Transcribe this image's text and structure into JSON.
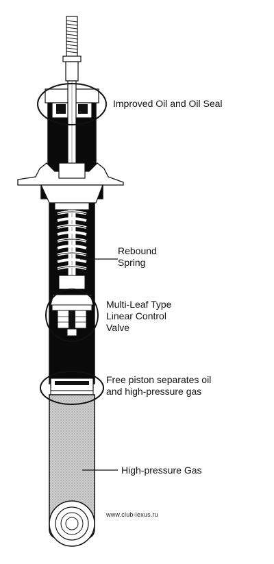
{
  "labels": {
    "oil_seal": "Improved Oil and Oil Seal",
    "rebound_spring": [
      "Rebound",
      "Spring"
    ],
    "control_valve": [
      "Multi-Leaf Type",
      "Linear Control",
      "Valve"
    ],
    "free_piston": [
      "Free piston separates oil",
      "and high-pressure gas"
    ],
    "gas": "High-pressure Gas"
  },
  "watermark": "www.club-lexus.ru",
  "colors": {
    "ink": "#111111",
    "oil": "#0a0a0a",
    "gas": "#c8c8c8",
    "background": "#ffffff"
  }
}
